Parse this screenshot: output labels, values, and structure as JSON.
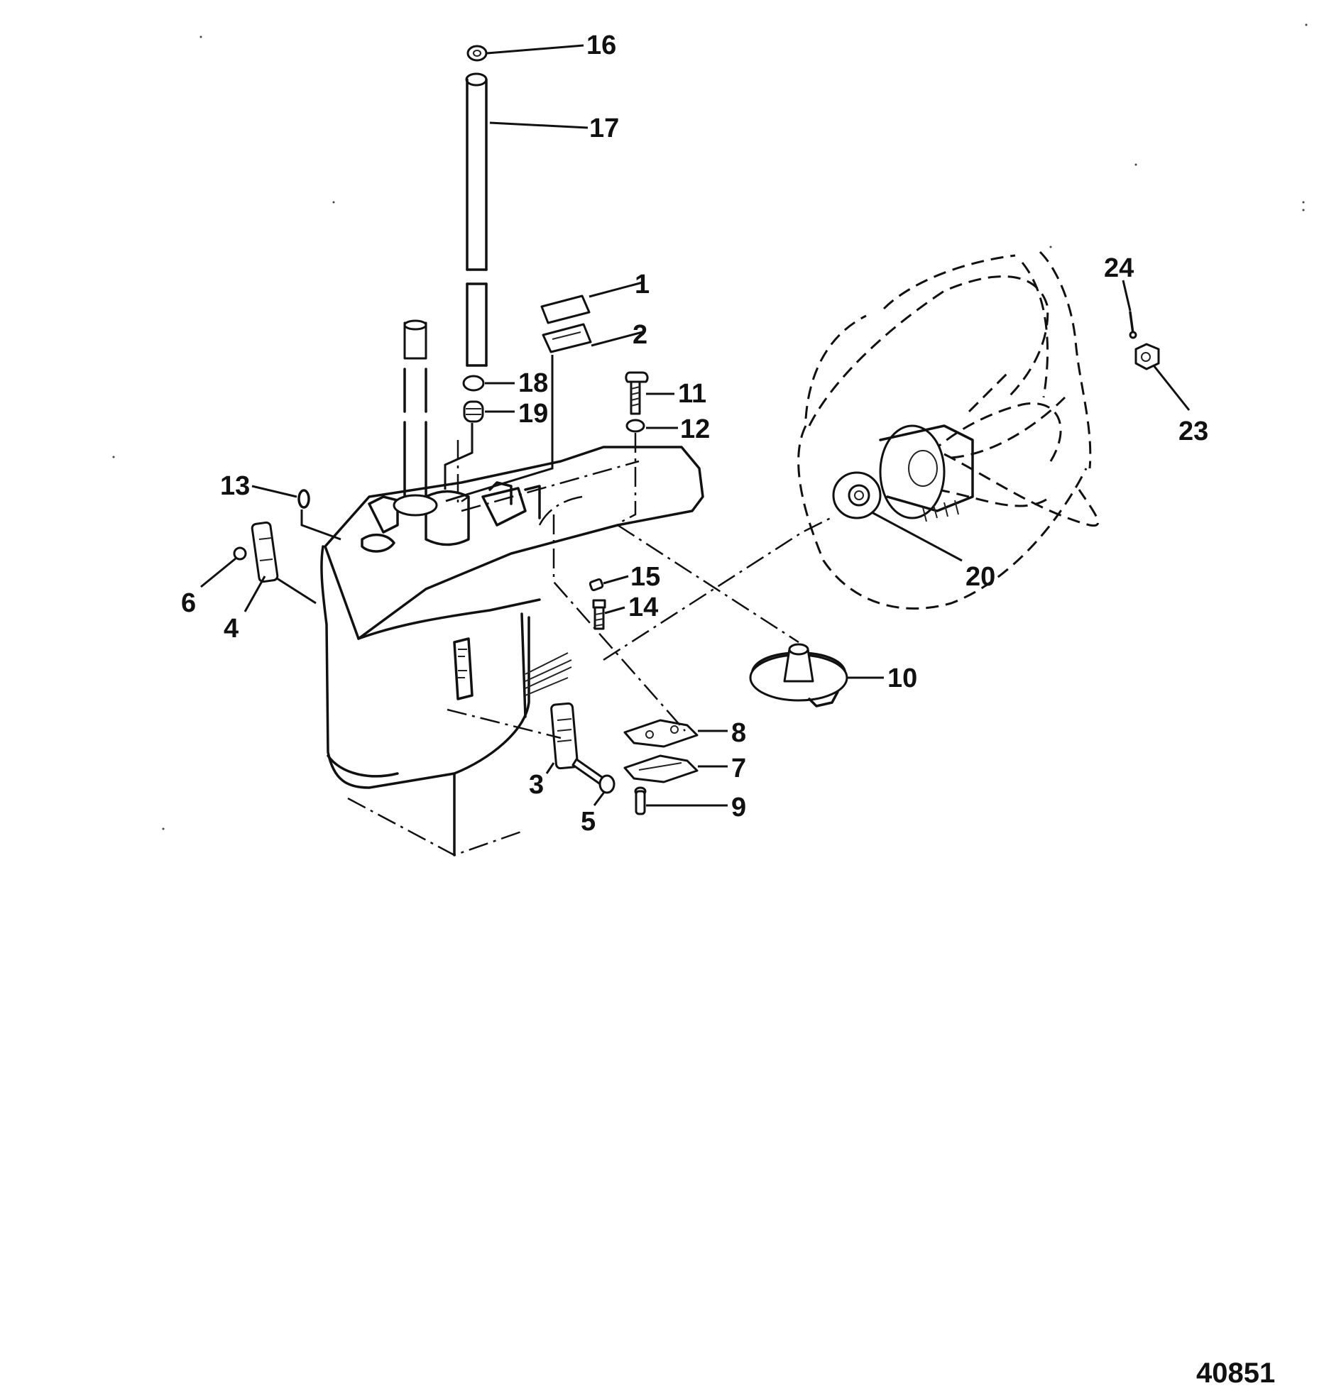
{
  "figure_number": "40851",
  "callouts": [
    {
      "id": "1",
      "text": "1"
    },
    {
      "id": "2",
      "text": "2"
    },
    {
      "id": "3",
      "text": "3"
    },
    {
      "id": "4",
      "text": "4"
    },
    {
      "id": "5",
      "text": "5"
    },
    {
      "id": "6",
      "text": "6"
    },
    {
      "id": "7",
      "text": "7"
    },
    {
      "id": "8",
      "text": "8"
    },
    {
      "id": "9",
      "text": "9"
    },
    {
      "id": "10",
      "text": "10"
    },
    {
      "id": "11",
      "text": "11"
    },
    {
      "id": "12",
      "text": "12"
    },
    {
      "id": "13",
      "text": "13"
    },
    {
      "id": "14",
      "text": "14"
    },
    {
      "id": "15",
      "text": "15"
    },
    {
      "id": "16",
      "text": "16"
    },
    {
      "id": "17",
      "text": "17"
    },
    {
      "id": "18",
      "text": "18"
    },
    {
      "id": "19",
      "text": "19"
    },
    {
      "id": "20",
      "text": "20"
    },
    {
      "id": "23",
      "text": "23"
    },
    {
      "id": "24",
      "text": "24"
    }
  ]
}
